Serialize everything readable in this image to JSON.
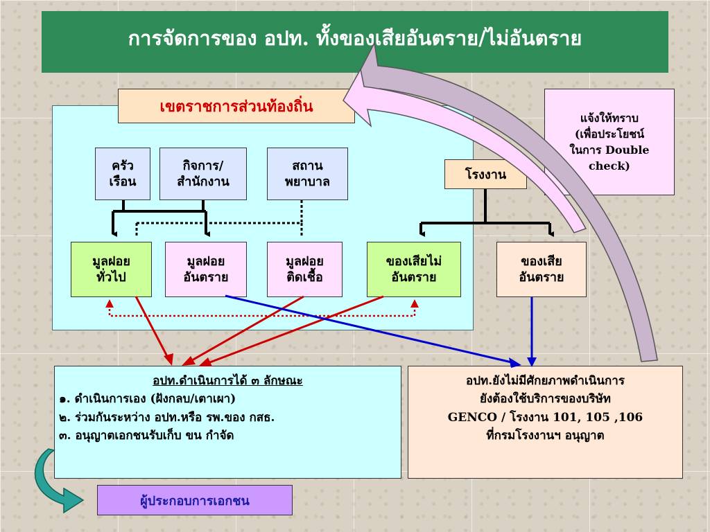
{
  "title": "การจัดการของ อปท. ทั้งของเสียอันตราย/ไม่อันตราย",
  "region_label": "เขตราชการส่วนท้องถิ่น",
  "sources": {
    "household": [
      "ครัว",
      "เรือน"
    ],
    "business": [
      "กิจการ/",
      "สำนักงาน"
    ],
    "hospital": [
      "สถาน",
      "พยาบาล"
    ],
    "factory": "โรงงาน"
  },
  "waste": {
    "general": [
      "มูลฝอย",
      "ทั่วไป"
    ],
    "hazardous": [
      "มูลฝอย",
      "อันตราย"
    ],
    "infectious": [
      "มูลฝอย",
      "ติดเชื้อ"
    ],
    "non_hazardous": [
      "ของเสียไม่",
      "อันตราย"
    ],
    "hazardous_waste": [
      "ของเสีย",
      "อันตราย"
    ]
  },
  "note": [
    "แจ้งให้ทราบ",
    "(เพื่อประโยชน์",
    "ในการ Double",
    "check)"
  ],
  "local_panel": {
    "heading": "อปท.ดำเนินการได้ ๓ ลักษณะ",
    "items": [
      "๑. ดำเนินการเอง (ฝังกลบ/เตาเผา)",
      "๒. ร่วมกันระหว่าง อปท.หรือ รพ.ของ กสธ.",
      "๓. อนุญาตเอกชนรับเก็บ ขน กำจัด"
    ]
  },
  "genco_panel": [
    "อปท.ยังไม่มีศักยภาพดำเนินการ",
    "ยังต้องใช้บริการของบริษัท",
    "GENCO / โรงงาน 101, 105 ,106",
    "ที่กรมโรงงานฯ อนุญาต"
  ],
  "private_operator": "ผู้ประกอบการเอกชน",
  "colors": {
    "title_bg": "#2e8b57",
    "region_bg": "#ccffff",
    "region_label_text": "#cc0000",
    "red_arrow": "#cc0000",
    "blue_arrow": "#0000cc",
    "callout_fill": "#ffd6ff",
    "curve_fill": "#c9b5cc",
    "green_arrow": "#2aa198"
  }
}
